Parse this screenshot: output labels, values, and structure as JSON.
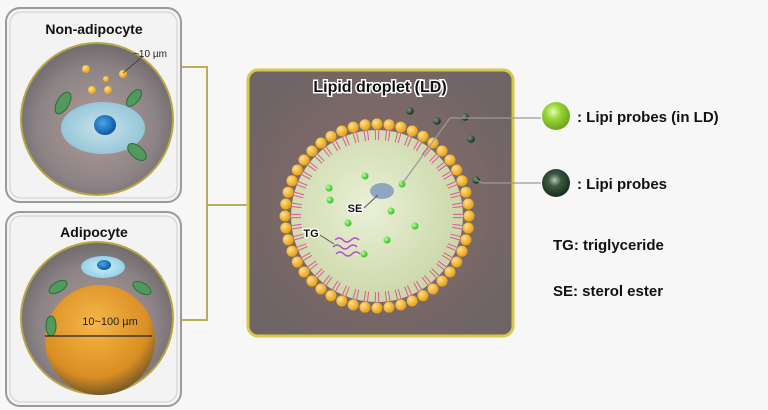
{
  "panels": {
    "non_adipocyte": {
      "title": "Non-adipocyte",
      "size_label": "~10 µm"
    },
    "adipocyte": {
      "title": "Adipocyte",
      "size_label": "10~100 µm"
    },
    "lipid_droplet": {
      "title": "Lipid droplet (LD)",
      "se_label": "SE",
      "tg_label": "TG"
    }
  },
  "legend": {
    "items": [
      {
        "icon": "light-green-sphere-icon",
        "label": ": Lipi probes (in LD)",
        "color": "#8fd12a"
      },
      {
        "icon": "dark-green-sphere-icon",
        "label": ": Lipi probes",
        "color": "#1e3a22"
      }
    ],
    "abbreviations": [
      {
        "label": "TG: triglyceride"
      },
      {
        "label": "SE: sterol ester"
      }
    ]
  },
  "colors": {
    "connector": "#b8ae5a",
    "lipid_head": "#f2b021",
    "lipid_tail": "#e0569a",
    "probe_in_ld": "#3fcf2e",
    "probe_out": "#1c3a20"
  }
}
